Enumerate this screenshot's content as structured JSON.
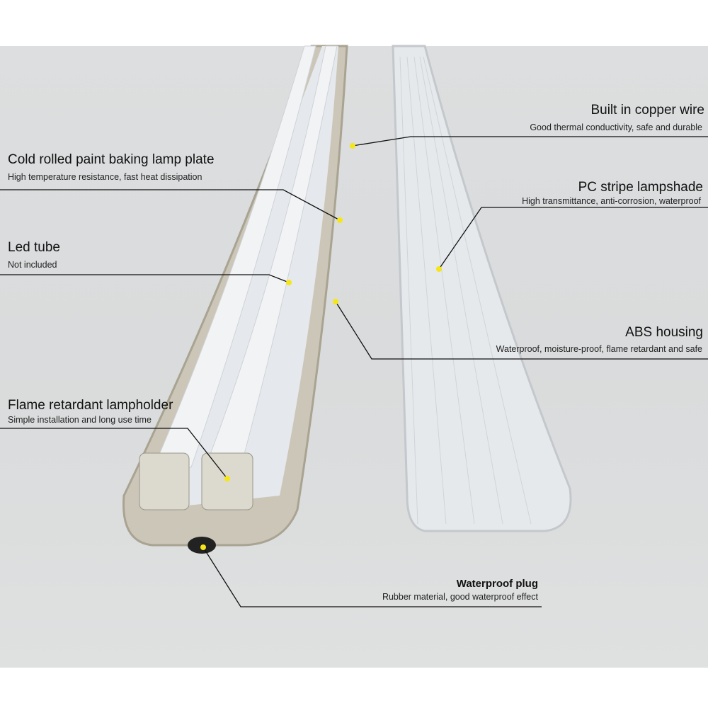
{
  "callouts": [
    {
      "title": "Built in copper wire",
      "desc": "Good thermal conductivity, safe and durable"
    },
    {
      "title": "Cold rolled paint baking lamp plate",
      "desc": "High temperature resistance, fast heat dissipation"
    },
    {
      "title": "PC stripe lampshade",
      "desc": "High transmittance, anti-corrosion, waterproof"
    },
    {
      "title": "Led tube",
      "desc": "Not included"
    },
    {
      "title": "ABS housing",
      "desc": "Waterproof, moisture-proof, flame retardant and safe"
    },
    {
      "title": "Flame retardant lampholder",
      "desc": "Simple installation and long use time"
    },
    {
      "title": "Waterproof plug",
      "desc": "Rubber material, good waterproof effect"
    }
  ],
  "colors": {
    "marker": "#f5e61a",
    "line": "#111111",
    "housing": "#c9c3b3"
  }
}
